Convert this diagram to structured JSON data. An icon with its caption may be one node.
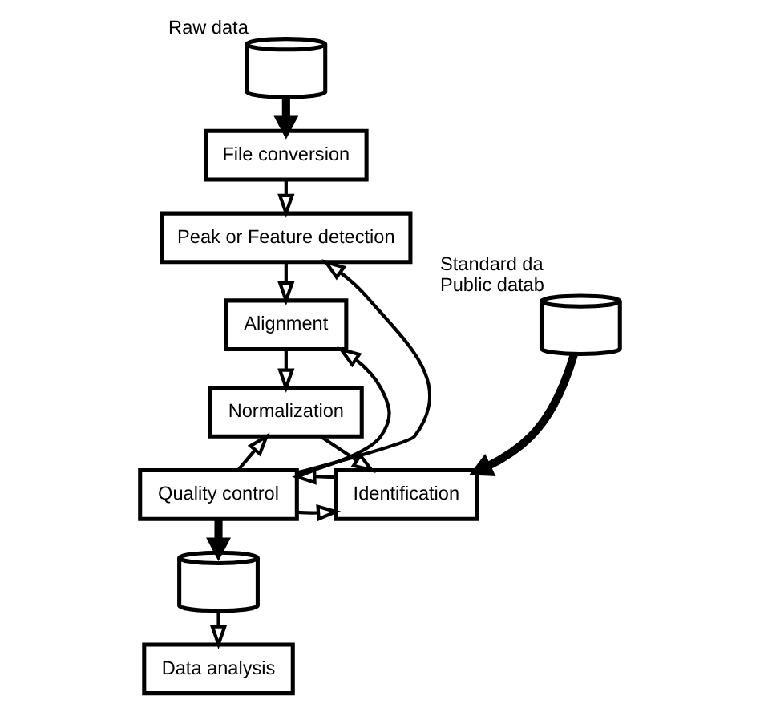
{
  "diagram": {
    "nodes": [
      {
        "text": [],
        "shape": "cylinder",
        "beside": [
          "Raw data"
        ]
      },
      {
        "text": [
          "File conversion"
        ]
      },
      {
        "text": [
          "Peak or Feature detection"
        ]
      },
      {
        "text": [
          "Alignment"
        ]
      },
      {
        "text": [
          "Normalization"
        ]
      },
      {
        "text": [],
        "shape": "cylinder",
        "beside": [
          "Standard da",
          "Public datab"
        ]
      },
      {
        "text": [
          "Quality control"
        ]
      },
      {
        "text": [
          "Identification"
        ]
      },
      {
        "text": [],
        "shape": "cylinder"
      },
      {
        "text": [
          "Data analysis"
        ]
      }
    ],
    "edges": [
      {
        "from": 0,
        "to": 1,
        "arrow": "to",
        "style": "thick"
      },
      {
        "from": 1,
        "to": 2,
        "arrow": "to"
      },
      {
        "from": 2,
        "to": 3,
        "arrow": "to"
      },
      {
        "from": 3,
        "to": 4,
        "arrow": "to"
      },
      {
        "from": 4,
        "to": 7,
        "arrow": "to"
      },
      {
        "from": 5,
        "to": 7,
        "arrow": "to",
        "style": "thick"
      },
      {
        "from": 6,
        "to": 2,
        "arrow": "to"
      },
      {
        "from": 6,
        "to": 3,
        "arrow": "to"
      },
      {
        "from": 6,
        "to": 4,
        "arrow": "to"
      },
      {
        "from": 6,
        "to": 7,
        "arrow": "to"
      },
      {
        "from": 7,
        "to": 6,
        "arrow": "to"
      },
      {
        "from": 6,
        "to": 8,
        "arrow": "to",
        "style": "thick"
      },
      {
        "from": 8,
        "to": 9,
        "arrow": "to"
      }
    ]
  }
}
